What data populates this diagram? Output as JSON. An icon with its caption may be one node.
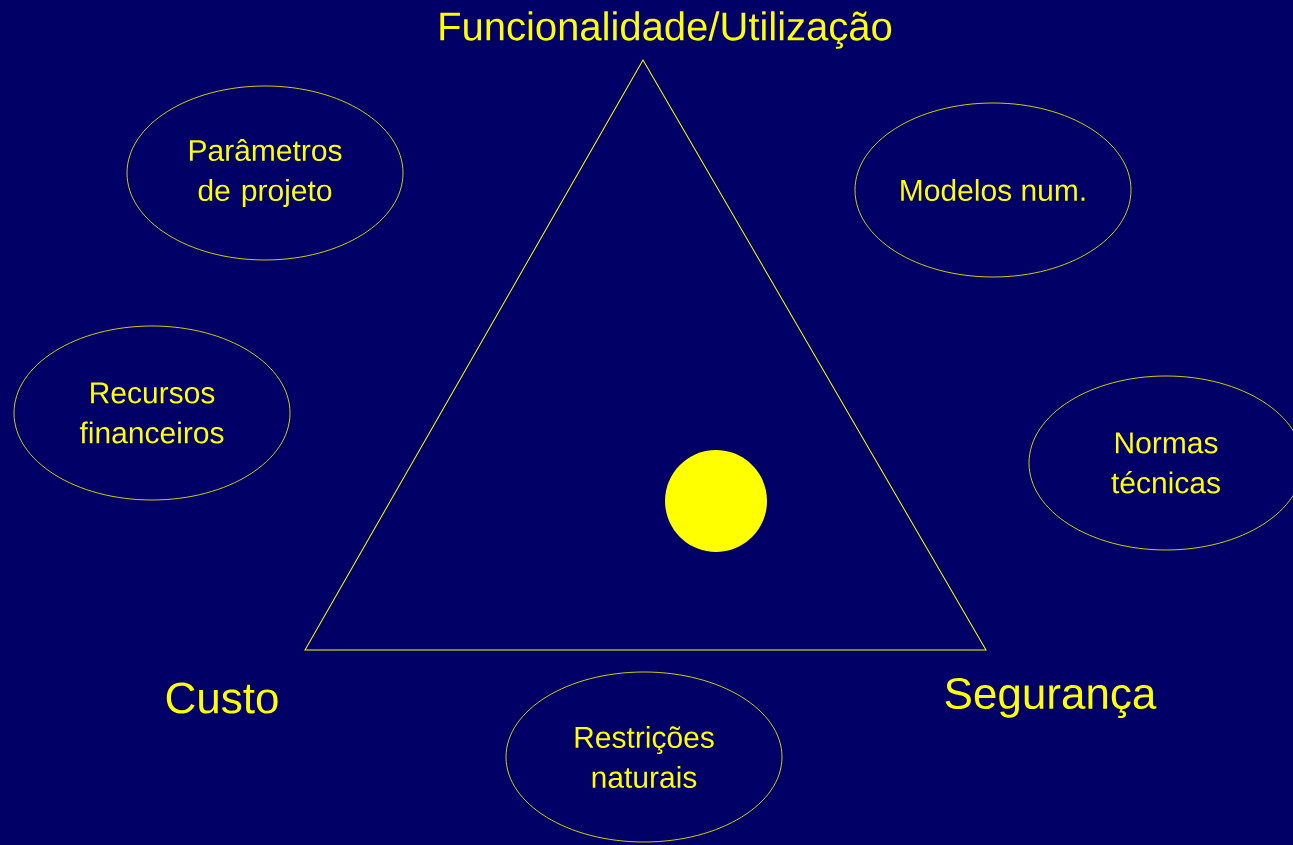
{
  "diagram": {
    "nodes": [
      {
        "text": [
          "Parâmetros de projeto"
        ]
      },
      {
        "text": [
          "Modelos num."
        ]
      },
      {
        "text": [
          "Recursos financeiros"
        ]
      },
      {
        "text": [
          "Normas técnicas"
        ]
      },
      {
        "text": [
          "Restrições naturais"
        ]
      },
      {
        "text": [],
        "shape": "circle"
      }
    ],
    "labels": [
      "Funcionalidade/Utilização",
      "Custo",
      "Segurança"
    ]
  }
}
